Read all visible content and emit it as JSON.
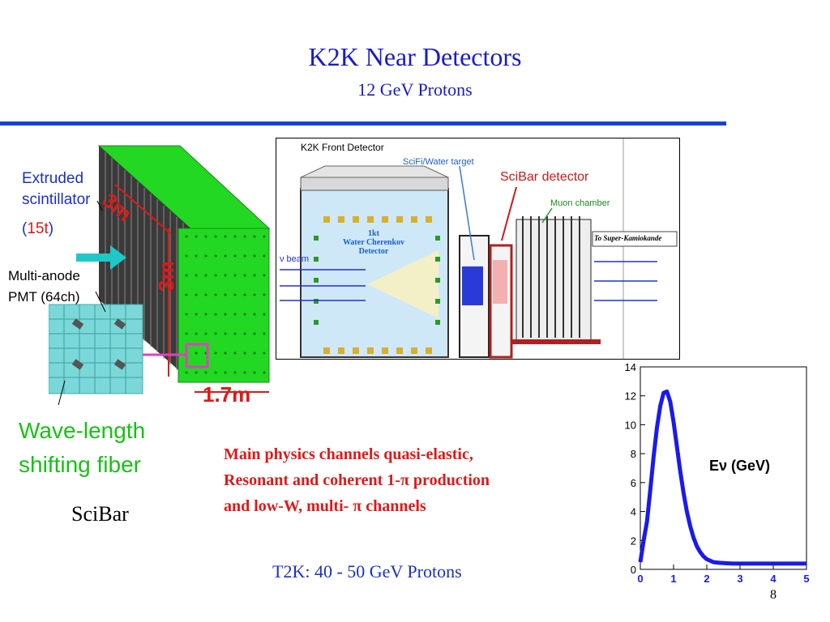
{
  "slide": {
    "title": "K2K Near Detectors",
    "subtitle": "12 GeV Protons",
    "page_number": "8"
  },
  "scibar_figure": {
    "extruded_label_1": "Extruded",
    "extruded_label_2": "scintillator",
    "mass_open": "(",
    "mass_value": "15t",
    "mass_close": ")",
    "pmt_label_1": "Multi-anode",
    "pmt_label_2": "PMT (64ch)",
    "dim_depth": "3m",
    "dim_height": "3m",
    "dim_width": "1.7m",
    "wls_label_1": "Wave-length",
    "wls_label_2": "shifting fiber",
    "caption": "SciBar",
    "colors": {
      "green": "#22d822",
      "red": "#e01818",
      "cyan": "#1ec8c8",
      "magenta": "#e040c0"
    }
  },
  "front_detector": {
    "header": "K2K Front Detector",
    "scifi_label": "SciFi/Water target",
    "scibar_label": "SciBar detector",
    "muon_label": "Muon chamber",
    "beam_label": "ν beam",
    "wc_line1": "1kt",
    "wc_line2": "Water Cherenkov",
    "wc_line3": "Detector",
    "sk_label": "To Super-Kamiokande"
  },
  "physics_text": {
    "line1": "Main physics channels quasi-elastic,",
    "line2": "Resonant and coherent 1-π production",
    "line3": "and low-W, multi- π channels"
  },
  "t2k_label": "T2K: 40 - 50 GeV Protons",
  "chart_data": {
    "type": "line",
    "annotation": "Eν (GeV)",
    "xlabel": "",
    "ylabel": "",
    "x_ticks": [
      "0",
      "1",
      "2",
      "3",
      "4",
      "5"
    ],
    "y_ticks": [
      "0",
      "2",
      "4",
      "6",
      "8",
      "10",
      "12",
      "14"
    ],
    "xlim": [
      0,
      5
    ],
    "ylim": [
      0,
      14
    ],
    "grid": false,
    "series": [
      {
        "color": "#1a1aee",
        "x": [
          0,
          0.1,
          0.2,
          0.3,
          0.4,
          0.5,
          0.6,
          0.7,
          0.8,
          0.9,
          1.0,
          1.1,
          1.2,
          1.3,
          1.4,
          1.5,
          1.6,
          1.7,
          1.8,
          1.9,
          2.0,
          2.2,
          2.4,
          2.6,
          2.8,
          3.0,
          3.5,
          4.0,
          4.5,
          5.0
        ],
        "y": [
          0.5,
          2.0,
          3.3,
          5.5,
          7.8,
          9.8,
          11.3,
          12.2,
          12.3,
          11.6,
          10.2,
          8.5,
          6.8,
          5.3,
          4.0,
          3.0,
          2.2,
          1.6,
          1.2,
          0.9,
          0.7,
          0.5,
          0.45,
          0.42,
          0.4,
          0.4,
          0.4,
          0.4,
          0.4,
          0.4
        ]
      }
    ]
  }
}
